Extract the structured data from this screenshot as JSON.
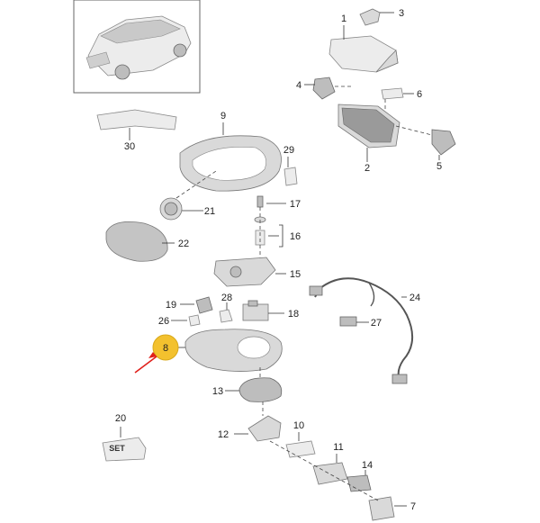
{
  "labels": {
    "p1": "1",
    "p2": "2",
    "p3": "3",
    "p4": "4",
    "p5": "5",
    "p6": "6",
    "p7": "7",
    "p8": "8",
    "p9": "9",
    "p10": "10",
    "p11": "11",
    "p12": "12",
    "p13": "13",
    "p14": "14",
    "p15": "15",
    "p16": "16",
    "p17": "17",
    "p18": "18",
    "p19": "19",
    "p20": "20",
    "p21": "21",
    "p22": "22",
    "p24": "24",
    "p26": "26",
    "p27": "27",
    "p28": "28",
    "p29": "29",
    "p30": "30"
  },
  "set_box_text": "SET",
  "colors": {
    "highlight_circle": "#f3c12e",
    "arrow": "#e0201b"
  },
  "highlighted_part": "8"
}
